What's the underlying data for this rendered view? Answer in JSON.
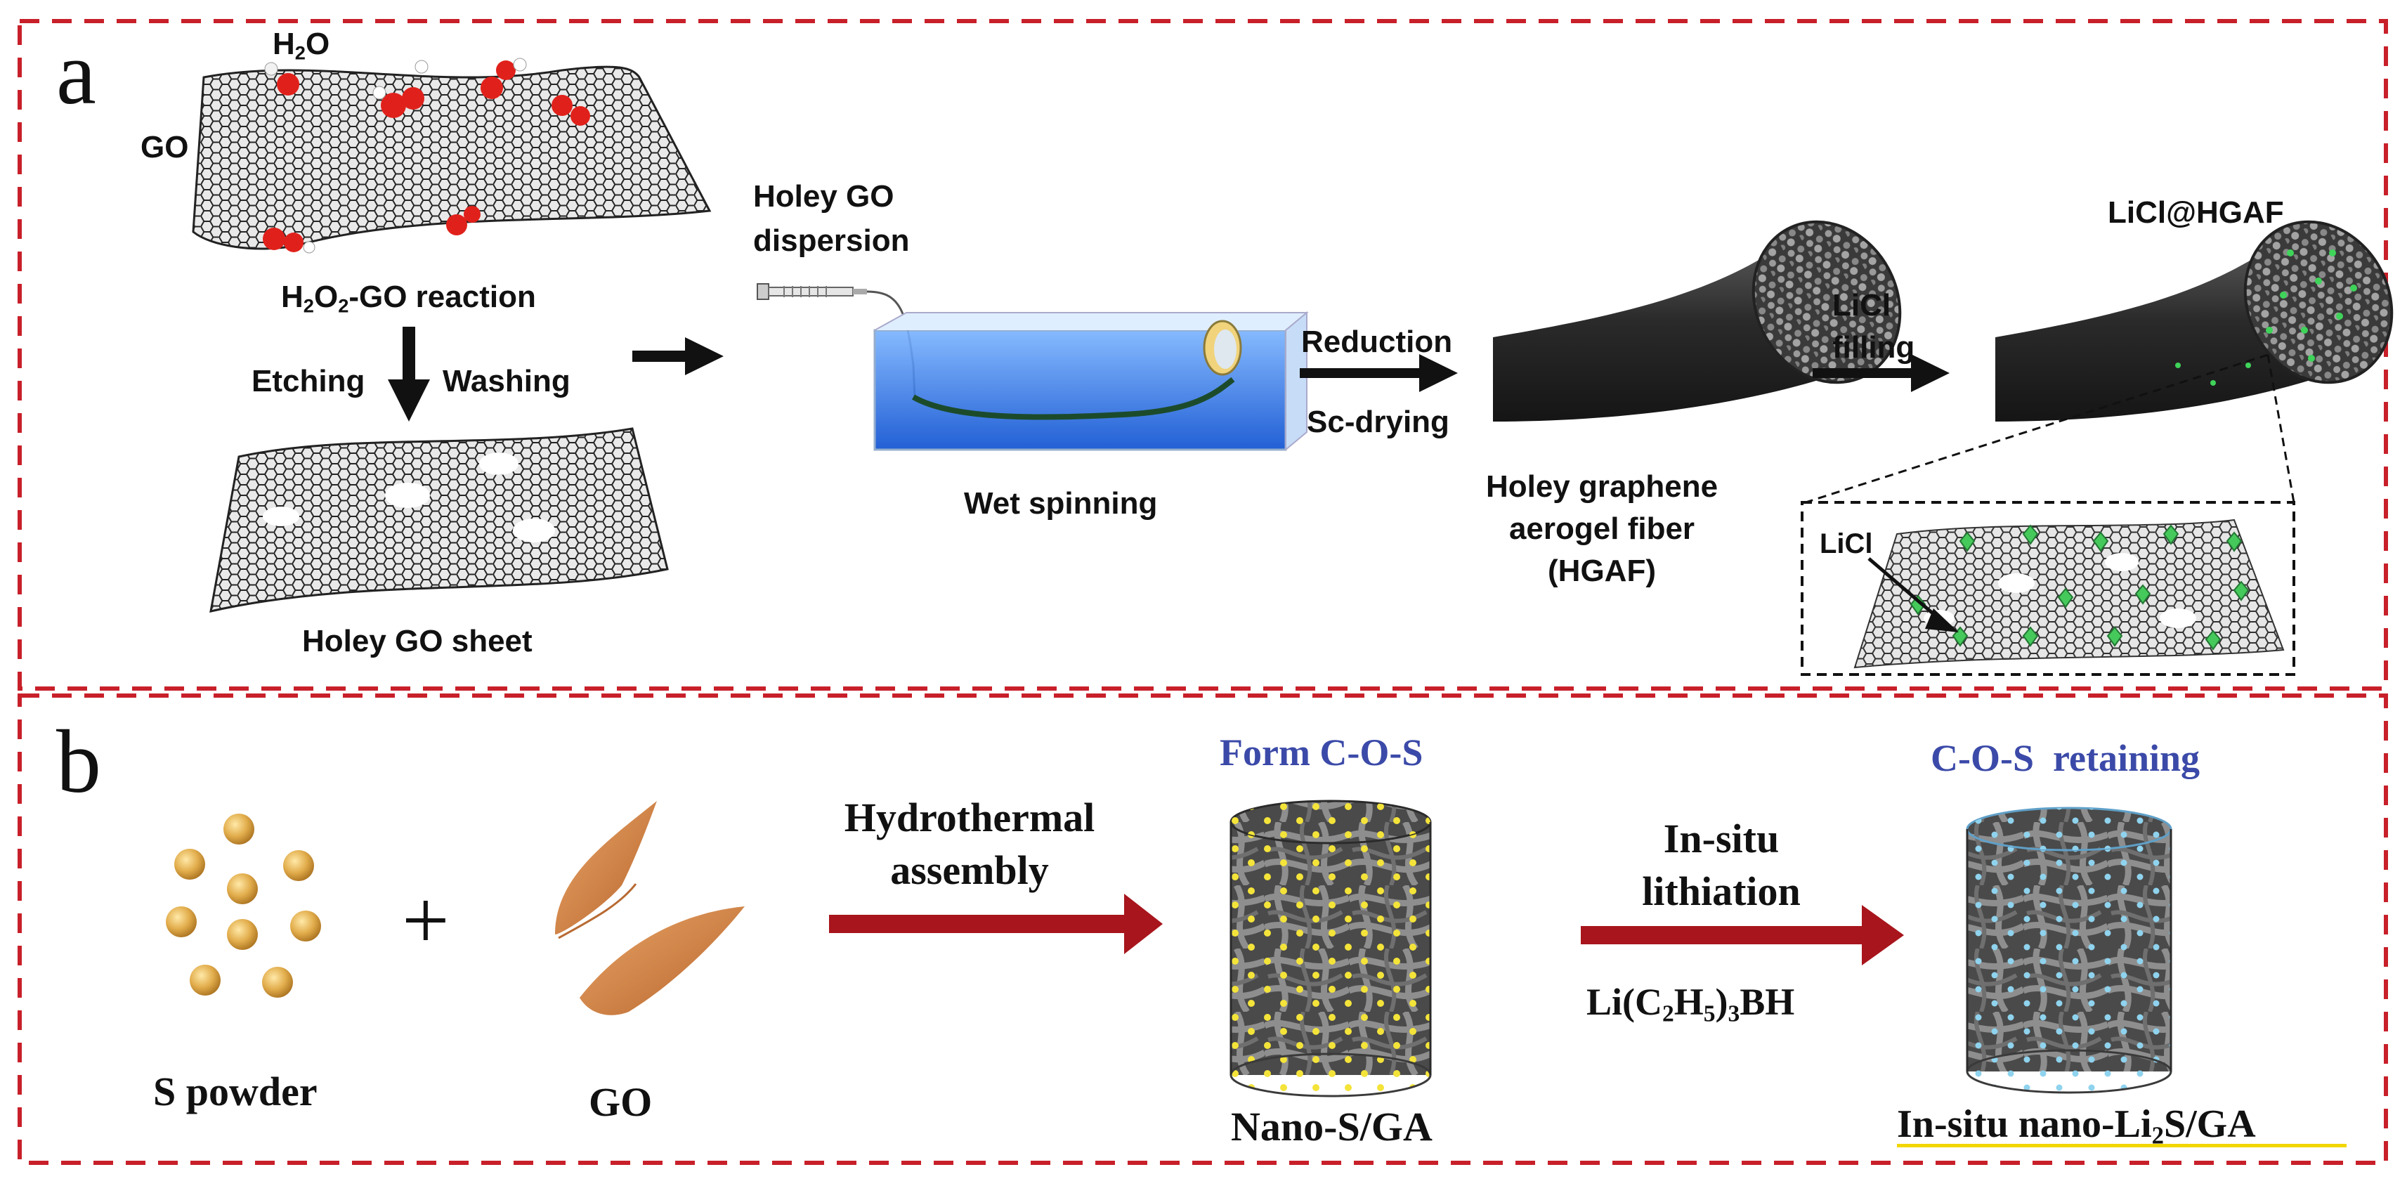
{
  "panel_a": {
    "letter": "a",
    "h2o_label": "H2O",
    "go_label": "GO",
    "reaction_label": "H2O2-GO reaction",
    "etching_label": "Etching",
    "washing_label": "Washing",
    "holey_go_sheet_label": "Holey GO sheet",
    "dispersion_label_line1": "Holey GO",
    "dispersion_label_line2": "dispersion",
    "wet_spinning_label": "Wet spinning",
    "reduction_label": "Reduction",
    "scdrying_label": "Sc-drying",
    "hgaf_line1": "Holey graphene",
    "hgaf_line2": "aerogel fiber",
    "hgaf_line3": "(HGAF)",
    "licl_filling_line1": "LiCl",
    "licl_filling_line2": "filling",
    "licl_hgaf_label": "LiCl@HGAF",
    "licl_label": "LiCl"
  },
  "panel_b": {
    "letter": "b",
    "s_powder_label": "S powder",
    "plus_sign": "+",
    "go_label": "GO",
    "hydrothermal_line1": "Hydrothermal",
    "hydrothermal_line2": "assembly",
    "form_cos_label": "Form C-O-S",
    "nano_s_ga_label": "Nano-S/GA",
    "insitu_line1": "In-situ",
    "insitu_line2": "lithiation",
    "reagent_label": "Li(C2H5)3BH",
    "cos_retaining_label": "C-O-S  retaining",
    "insitu_li2s_label": "In-situ nano-Li2S/GA"
  },
  "colors": {
    "frame_dash": "#c8202a",
    "arrow_red": "#a8151c",
    "arrow_black": "#111111",
    "label_blue": "#3b4aa8",
    "s_particle": "#dba948",
    "go_flake": "#d2874a",
    "underline_yellow": "#f2d600",
    "water_blue": "#1b66d6"
  },
  "icons": [
    "graphene-sheet-icon",
    "holey-sheet-icon",
    "syringe-icon",
    "spinning-bath-icon",
    "fiber-icon",
    "aerogel-cylinder-icon",
    "s-particles-icon",
    "go-flake-icon"
  ]
}
